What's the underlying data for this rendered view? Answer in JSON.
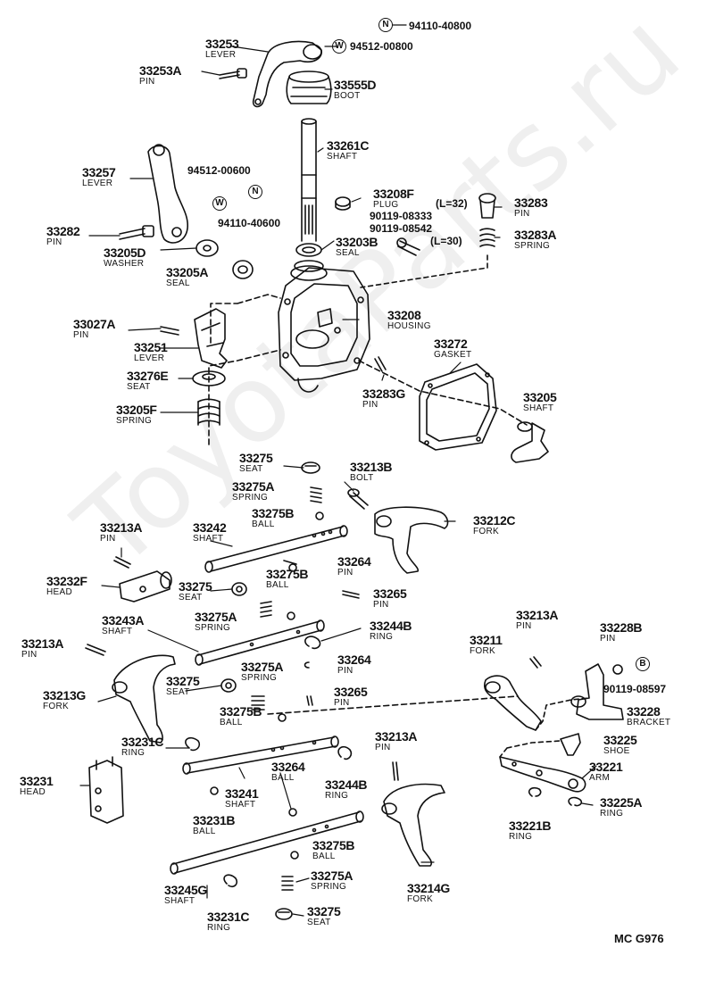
{
  "watermark": "ToyotaParts.ru",
  "diagram_code": "MC G976",
  "legend_refs": [
    {
      "symbol": "N",
      "part": "94110-40800"
    },
    {
      "symbol": "W",
      "part": "94512-00800"
    },
    {
      "symbol": "W",
      "part": "94512-00600"
    },
    {
      "symbol": "N",
      "part": "94110-40600"
    },
    {
      "symbol": "B",
      "part": "90119-08597"
    }
  ],
  "notes": {
    "l32": "(L=32)",
    "l30": "(L=30)",
    "plug_p1": "90119-08333",
    "plug_p2": "90119-08542"
  },
  "parts": [
    {
      "no": "33253",
      "name": "LEVER"
    },
    {
      "no": "33253A",
      "name": "PIN"
    },
    {
      "no": "33555D",
      "name": "BOOT"
    },
    {
      "no": "33261C",
      "name": "SHAFT"
    },
    {
      "no": "33257",
      "name": "LEVER"
    },
    {
      "no": "33208F",
      "name": "PLUG"
    },
    {
      "no": "33283",
      "name": "PIN"
    },
    {
      "no": "33282",
      "name": "PIN"
    },
    {
      "no": "33203B",
      "name": "SEAL"
    },
    {
      "no": "33283A",
      "name": "SPRING"
    },
    {
      "no": "33205D",
      "name": "WASHER"
    },
    {
      "no": "33205A",
      "name": "SEAL"
    },
    {
      "no": "33027A",
      "name": "PIN"
    },
    {
      "no": "33208",
      "name": "HOUSING"
    },
    {
      "no": "33251",
      "name": "LEVER"
    },
    {
      "no": "33272",
      "name": "GASKET"
    },
    {
      "no": "33276E",
      "name": "SEAT"
    },
    {
      "no": "33283G",
      "name": "PIN"
    },
    {
      "no": "33205",
      "name": "SHAFT"
    },
    {
      "no": "33205F",
      "name": "SPRING"
    },
    {
      "no": "33275",
      "name": "SEAT"
    },
    {
      "no": "33213B",
      "name": "BOLT"
    },
    {
      "no": "33275A",
      "name": "SPRING"
    },
    {
      "no": "33275B",
      "name": "BALL"
    },
    {
      "no": "33213A",
      "name": "PIN"
    },
    {
      "no": "33242",
      "name": "SHAFT"
    },
    {
      "no": "33212C",
      "name": "FORK"
    },
    {
      "no": "33275B",
      "name": "BALL"
    },
    {
      "no": "33264",
      "name": "PIN"
    },
    {
      "no": "33232F",
      "name": "HEAD"
    },
    {
      "no": "33275",
      "name": "SEAT"
    },
    {
      "no": "33265",
      "name": "PIN"
    },
    {
      "no": "33275A",
      "name": "SPRING"
    },
    {
      "no": "33243A",
      "name": "SHAFT"
    },
    {
      "no": "33244B",
      "name": "RING"
    },
    {
      "no": "33213A",
      "name": "PIN"
    },
    {
      "no": "33213A",
      "name": "PIN"
    },
    {
      "no": "33211",
      "name": "FORK"
    },
    {
      "no": "33228B",
      "name": "PIN"
    },
    {
      "no": "33264",
      "name": "PIN"
    },
    {
      "no": "33275A",
      "name": "SPRING"
    },
    {
      "no": "33275",
      "name": "SEAT"
    },
    {
      "no": "33265",
      "name": "PIN"
    },
    {
      "no": "33213G",
      "name": "FORK"
    },
    {
      "no": "33275B",
      "name": "BALL"
    },
    {
      "no": "33228",
      "name": "BRACKET"
    },
    {
      "no": "33225",
      "name": "SHOE"
    },
    {
      "no": "33231C",
      "name": "RING"
    },
    {
      "no": "33213A",
      "name": "PIN"
    },
    {
      "no": "33264",
      "name": "BALL"
    },
    {
      "no": "33221",
      "name": "ARM"
    },
    {
      "no": "33231",
      "name": "HEAD"
    },
    {
      "no": "33241",
      "name": "SHAFT"
    },
    {
      "no": "33244B",
      "name": "RING"
    },
    {
      "no": "33225A",
      "name": "RING"
    },
    {
      "no": "33231B",
      "name": "BALL"
    },
    {
      "no": "33221B",
      "name": "RING"
    },
    {
      "no": "33275B",
      "name": "BALL"
    },
    {
      "no": "33245G",
      "name": "SHAFT"
    },
    {
      "no": "33275A",
      "name": "SPRING"
    },
    {
      "no": "33214G",
      "name": "FORK"
    },
    {
      "no": "33231C",
      "name": "RING"
    },
    {
      "no": "33275",
      "name": "SEAT"
    }
  ]
}
